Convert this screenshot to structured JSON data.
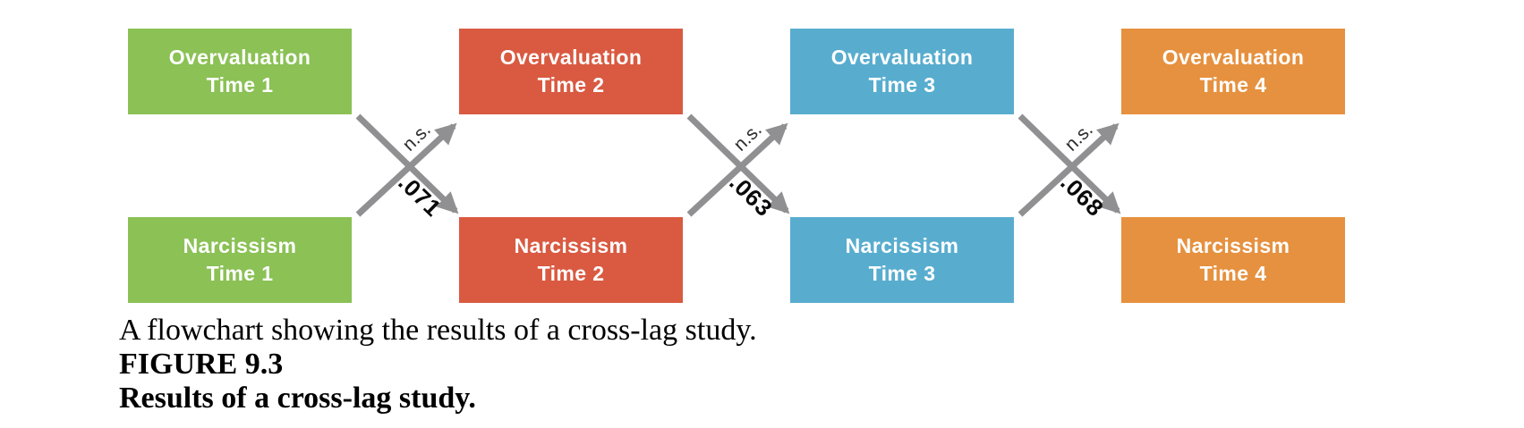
{
  "diagram": {
    "arrow_color": "#909092",
    "columns": [
      {
        "color": "#8bc155",
        "top_line1": "Overvaluation",
        "top_line2": "Time 1",
        "bottom_line1": "Narcissism",
        "bottom_line2": "Time 1"
      },
      {
        "color": "#d95a41",
        "top_line1": "Overvaluation",
        "top_line2": "Time 2",
        "bottom_line1": "Narcissism",
        "bottom_line2": "Time 2"
      },
      {
        "color": "#58adcf",
        "top_line1": "Overvaluation",
        "top_line2": "Time 3",
        "bottom_line1": "Narcissism",
        "bottom_line2": "Time 3"
      },
      {
        "color": "#e6913f",
        "top_line1": "Overvaluation",
        "top_line2": "Time 4",
        "bottom_line1": "Narcissism",
        "bottom_line2": "Time 4"
      }
    ],
    "crosses": [
      {
        "top_label": "n.s.",
        "bottom_label": ".071"
      },
      {
        "top_label": "n.s.",
        "bottom_label": ".063"
      },
      {
        "top_label": "n.s.",
        "bottom_label": ".068"
      }
    ]
  },
  "caption": {
    "alt_text": "A flowchart showing the results of a cross-lag study.",
    "figure_label": "FIGURE 9.3",
    "figure_title": "Results of a cross-lag study."
  }
}
